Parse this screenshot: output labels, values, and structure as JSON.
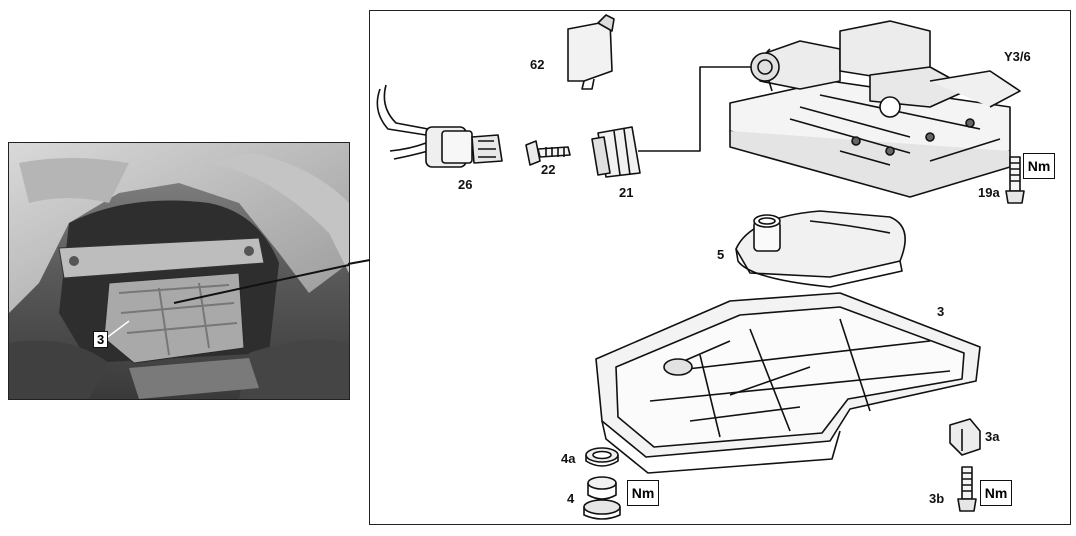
{
  "photo": {
    "callout": "3"
  },
  "parts": {
    "p62": "62",
    "p26": "26",
    "p22": "22",
    "p21": "21",
    "y36": "Y3/6",
    "p19a": "19a",
    "p5": "5",
    "p3": "3",
    "p4a": "4a",
    "p4": "4",
    "p3a": "3a",
    "p3b": "3b"
  },
  "torque_badge": "Nm"
}
